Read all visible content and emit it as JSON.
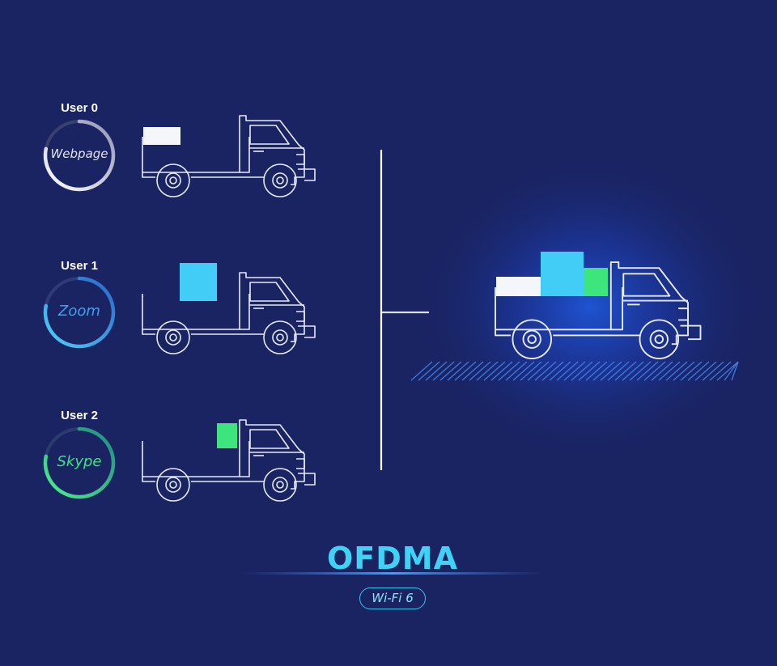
{
  "users": [
    {
      "label": "User 0",
      "app": "Webpage",
      "color": "#c9cde0",
      "ring_fill": 0.78
    },
    {
      "label": "User 1",
      "app": "Zoom",
      "color": "#3fa2ee",
      "ring_fill": 0.78
    },
    {
      "label": "User 2",
      "app": "Skype",
      "color": "#3ee283",
      "ring_fill": 0.78
    }
  ],
  "cargo_colors": {
    "webpage": "#f4f6fa",
    "zoom": "#41cdf6",
    "skype": "#3ee47c"
  },
  "title": "OFDMA",
  "badge": "Wi-Fi 6",
  "colors": {
    "background": "#1a2463",
    "accent": "#3fd2f5",
    "truck_line": "#e6eaf6"
  }
}
